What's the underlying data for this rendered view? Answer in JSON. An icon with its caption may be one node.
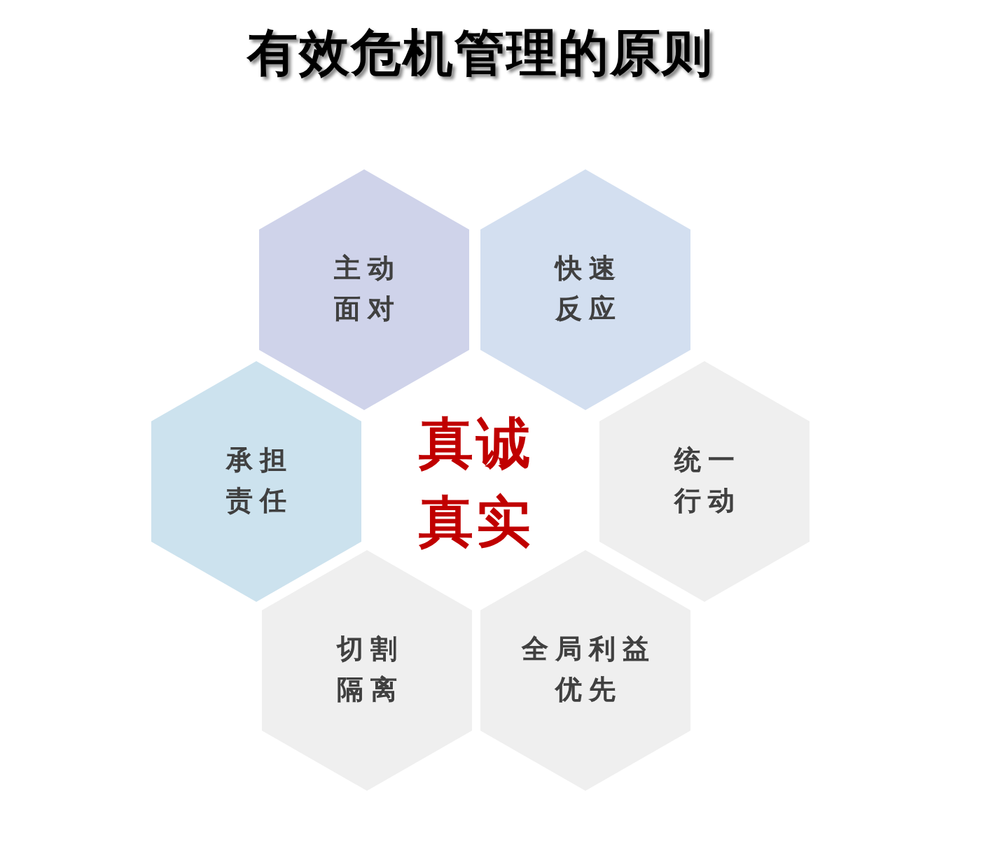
{
  "diagram": {
    "title": "有效危机管理的原则",
    "nodes": [
      {
        "text": [
          "主动面对"
        ]
      },
      {
        "text": [
          "快速反应"
        ]
      },
      {
        "text": [
          "承担责任"
        ]
      },
      {
        "text": [
          "真诚真实"
        ]
      },
      {
        "text": [
          "统一行动"
        ]
      },
      {
        "text": [
          "切割隔离"
        ]
      },
      {
        "text": [
          "全局利益优先"
        ]
      }
    ]
  }
}
